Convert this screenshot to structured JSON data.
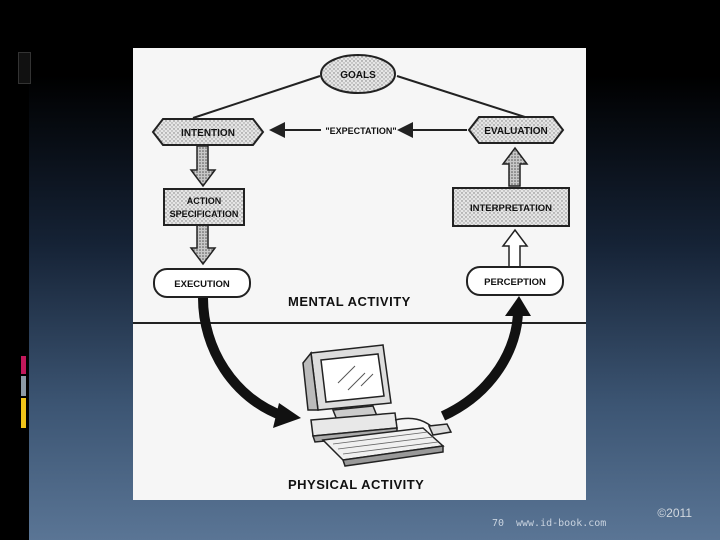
{
  "diagram": {
    "nodes": {
      "goals": "GOALS",
      "intention": "INTENTION",
      "expectation": "\"EXPECTATION\"",
      "evaluation": "EVALUATION",
      "action_line1": "ACTION",
      "action_line2": "SPECIFICATION",
      "interpretation": "INTERPRETATION",
      "execution": "EXECUTION",
      "perception": "PERCEPTION"
    },
    "mental_label": "MENTAL ACTIVITY",
    "physical_label": "PHYSICAL ACTIVITY"
  },
  "footer": {
    "page_number": "70",
    "url": "www.id-book.com",
    "copyright": "©2011"
  },
  "colors": {
    "accent_magenta": "#c2185b",
    "accent_gray": "#8c9aa6",
    "accent_yellow": "#f0c419"
  }
}
